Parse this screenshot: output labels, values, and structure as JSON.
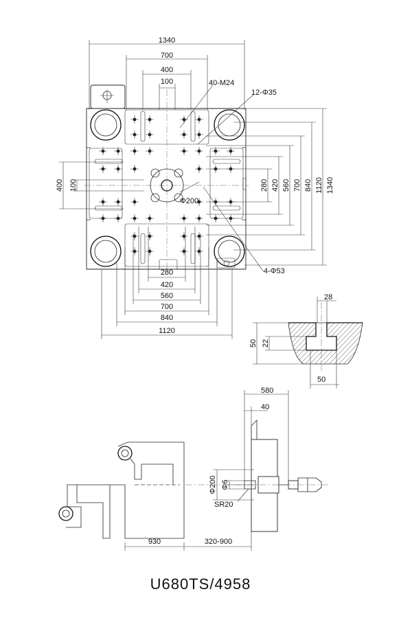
{
  "drawing": {
    "model_label": "U680TS/4958",
    "platen_view": {
      "width_dims": [
        "1340",
        "700",
        "400",
        "100"
      ],
      "bottom_dims": [
        "280",
        "420",
        "560",
        "700",
        "840",
        "1120"
      ],
      "right_dims": [
        "280",
        "420",
        "560",
        "700",
        "840",
        "1120",
        "1340"
      ],
      "left_dims": [
        "400",
        "100"
      ],
      "callouts": {
        "threaded_holes": "40-M24",
        "tie_bar_holes": "12-Φ35",
        "ejector_holes": "4-Φ53",
        "center_ring": "Φ200"
      }
    },
    "slot_detail": {
      "top_width": "28",
      "depth_total": "50",
      "depth_slot": "22",
      "bottom_width": "50"
    },
    "side_view": {
      "overall": "580",
      "nozzle_offset": "40",
      "locating_ring": "Φ200",
      "nozzle_hole": "Φ6",
      "sphere_radius": "SR20",
      "platen_thickness": "930",
      "daylight_range": "320-900"
    }
  }
}
